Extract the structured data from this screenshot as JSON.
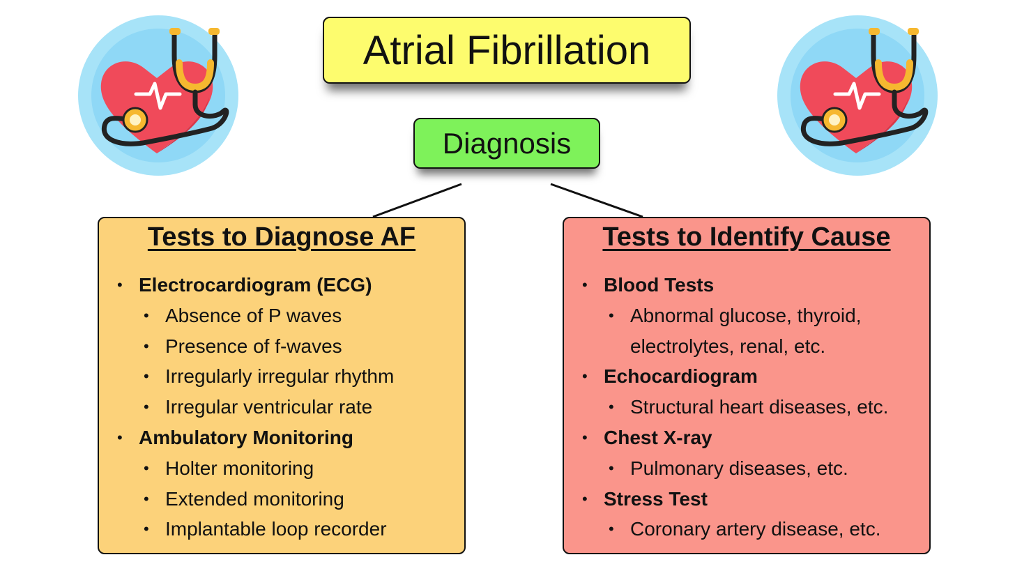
{
  "title": "Atrial Fibrillation",
  "subtitle": "Diagnosis",
  "left_panel": {
    "heading": "Tests to Diagnose AF",
    "items": [
      {
        "label": "Electrocardiogram (ECG)",
        "level": 1
      },
      {
        "label": "Absence of P waves",
        "level": 2
      },
      {
        "label": "Presence of f-waves",
        "level": 2
      },
      {
        "label": "Irregularly irregular rhythm",
        "level": 2
      },
      {
        "label": "Irregular ventricular rate",
        "level": 2
      },
      {
        "label": "Ambulatory Monitoring",
        "level": 1
      },
      {
        "label": "Holter monitoring",
        "level": 2
      },
      {
        "label": "Extended monitoring",
        "level": 2
      },
      {
        "label": "Implantable loop recorder",
        "level": 2
      }
    ]
  },
  "right_panel": {
    "heading": "Tests to Identify Cause",
    "items": [
      {
        "label": "Blood Tests",
        "level": 1
      },
      {
        "label": "Abnormal glucose, thyroid,",
        "level": 2
      },
      {
        "label": "electrolytes, renal, etc.",
        "level": 2
      },
      {
        "label": "Echocardiogram",
        "level": 1
      },
      {
        "label": "Structural heart diseases, etc.",
        "level": 2
      },
      {
        "label": "Chest X-ray",
        "level": 1
      },
      {
        "label": "Pulmonary diseases, etc.",
        "level": 2
      },
      {
        "label": "Stress Test",
        "level": 1
      },
      {
        "label": "Coronary artery disease, etc.",
        "level": 2
      }
    ]
  },
  "icons": [
    "heart-stethoscope-icon",
    "heart-stethoscope-icon"
  ],
  "colors": {
    "title_bg": "#fdfc6e",
    "diagnosis_bg": "#7ef25a",
    "left_panel_bg": "#fcd27a",
    "right_panel_bg": "#fa958b"
  }
}
